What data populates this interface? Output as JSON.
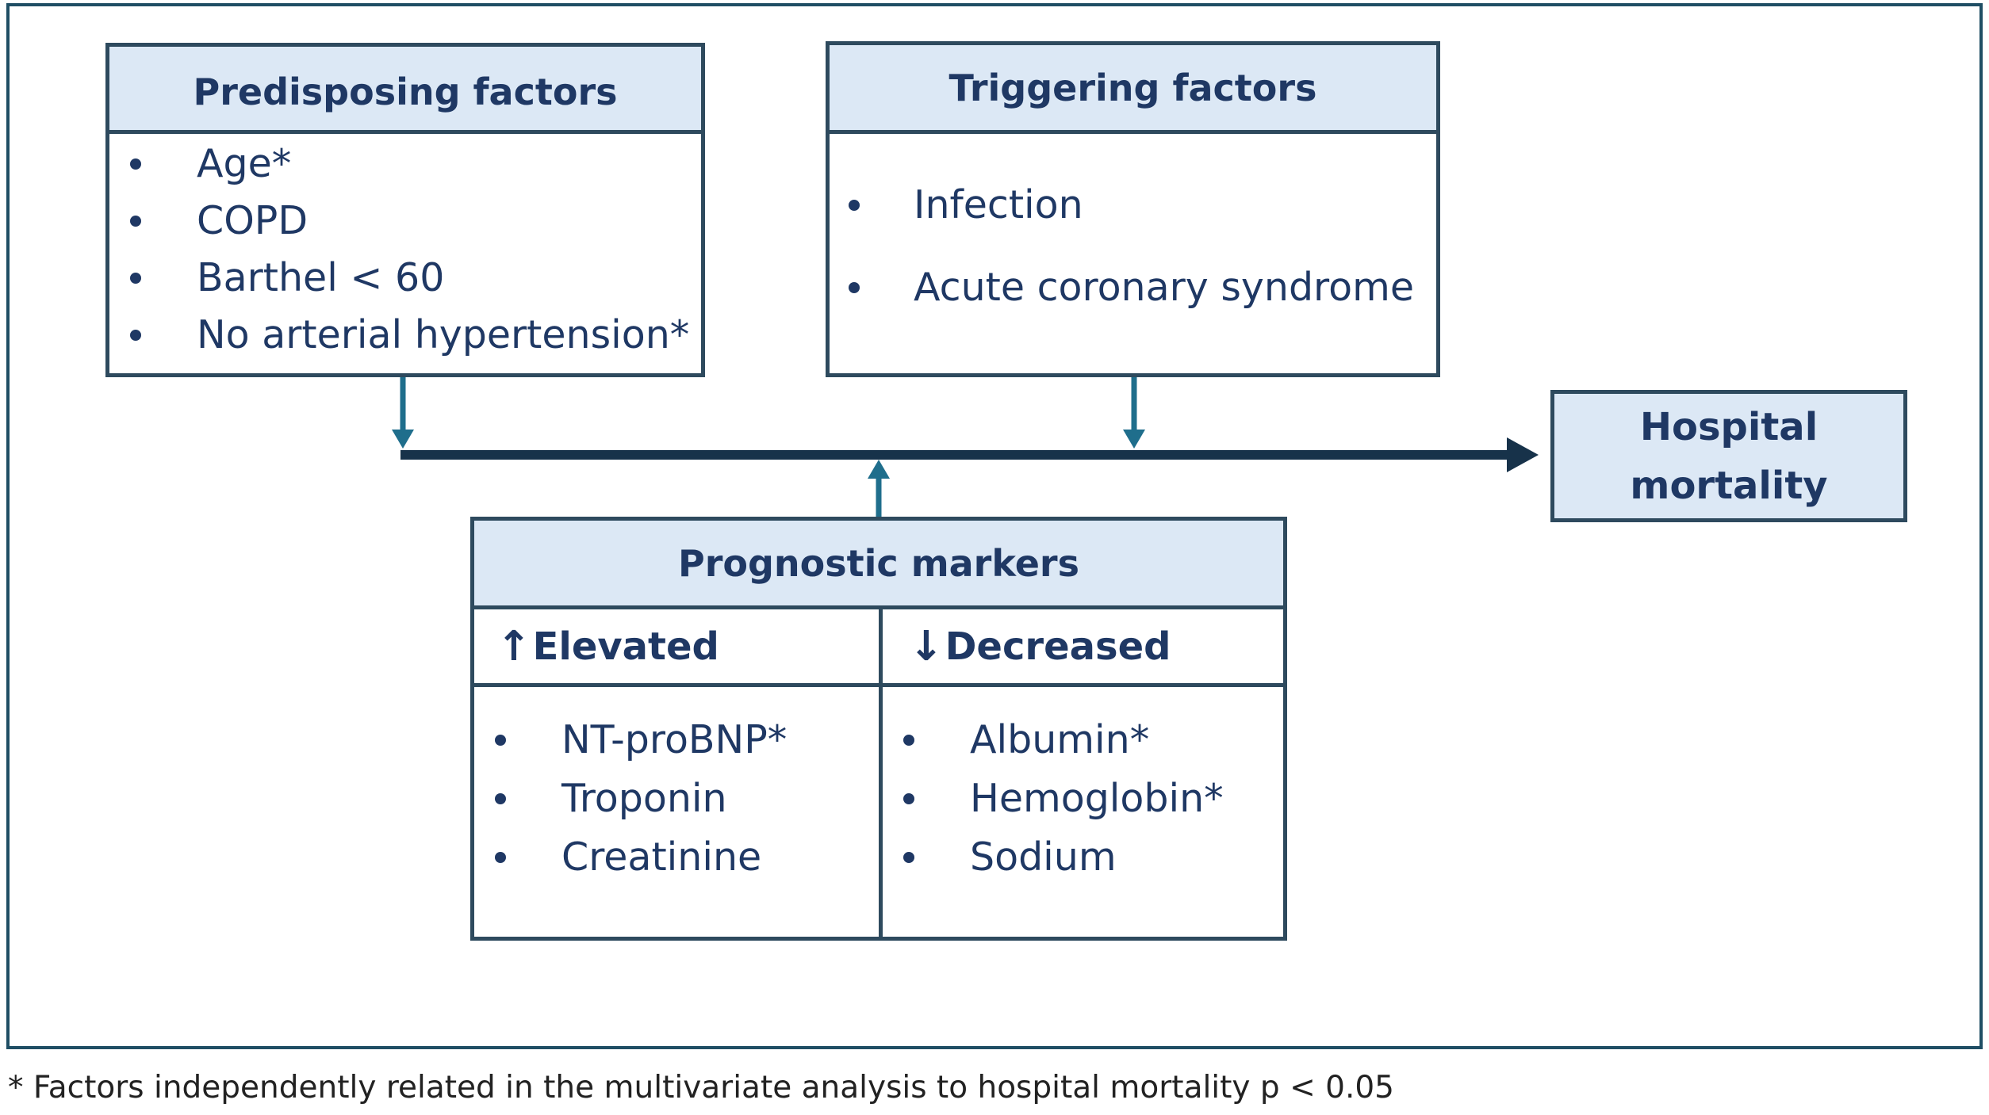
{
  "predisposing": {
    "title": "Predisposing factors",
    "items": [
      "Age*",
      "COPD",
      "Barthel < 60",
      "No arterial hypertension*"
    ]
  },
  "triggering": {
    "title": "Triggering factors",
    "items": [
      "Infection",
      "Acute coronary syndrome"
    ]
  },
  "outcome": {
    "line1": "Hospital",
    "line2": "mortality"
  },
  "prognostic": {
    "title": "Prognostic markers",
    "elevated": {
      "arrow": "↑",
      "label": "Elevated",
      "items": [
        "NT-proBNP*",
        "Troponin",
        "Creatinine"
      ]
    },
    "decreased": {
      "arrow": "↓",
      "label": "Decreased",
      "items": [
        "Albumin*",
        "Hemoglobin*",
        "Sodium"
      ]
    }
  },
  "footnote": "* Factors independently related in the multivariate analysis to hospital mortality p < 0.05",
  "colors": {
    "header_fill": "#dce8f5",
    "border": "#2e4a5e",
    "arrow": "#1f6e8c",
    "main_arrow": "#17324a",
    "text": "#1f3864"
  }
}
